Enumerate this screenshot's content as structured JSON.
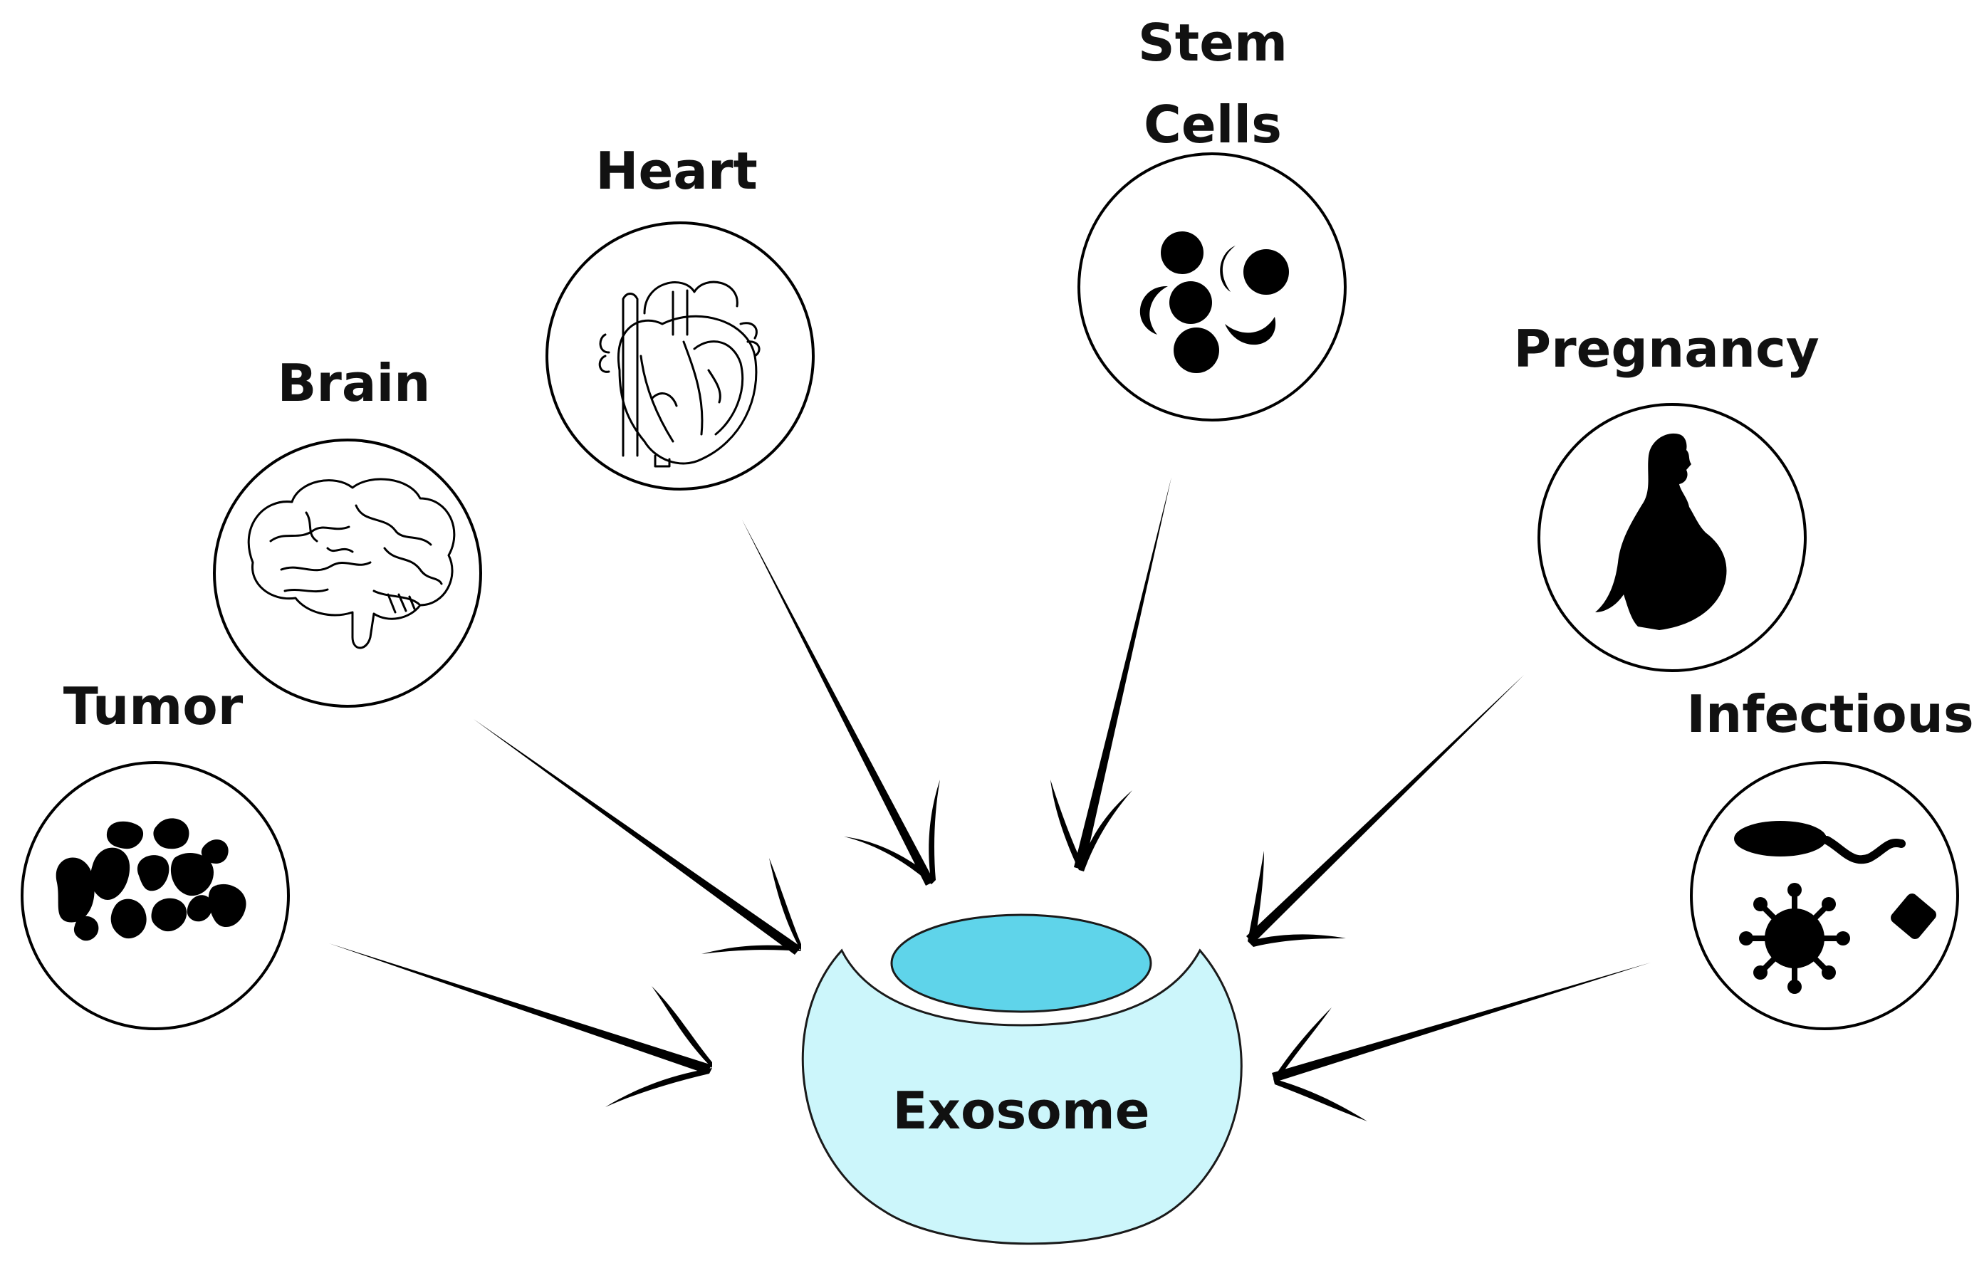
{
  "sources": [
    {
      "id": "tumor",
      "label": "Tumor",
      "icon": "tumor-cells-icon"
    },
    {
      "id": "brain",
      "label": "Brain",
      "icon": "brain-icon"
    },
    {
      "id": "heart",
      "label": "Heart",
      "icon": "heart-icon"
    },
    {
      "id": "stem",
      "label_line1": "Stem",
      "label_line2": "Cells",
      "icon": "stem-cells-icon"
    },
    {
      "id": "pregnancy",
      "label": "Pregnancy",
      "icon": "pregnant-woman-icon"
    },
    {
      "id": "infectious",
      "label": "Infectious",
      "icon": "pathogens-icon"
    }
  ],
  "target": {
    "label": "Exosome",
    "body_color": "#ccf6fb",
    "cup_color": "#5fd4ea"
  }
}
